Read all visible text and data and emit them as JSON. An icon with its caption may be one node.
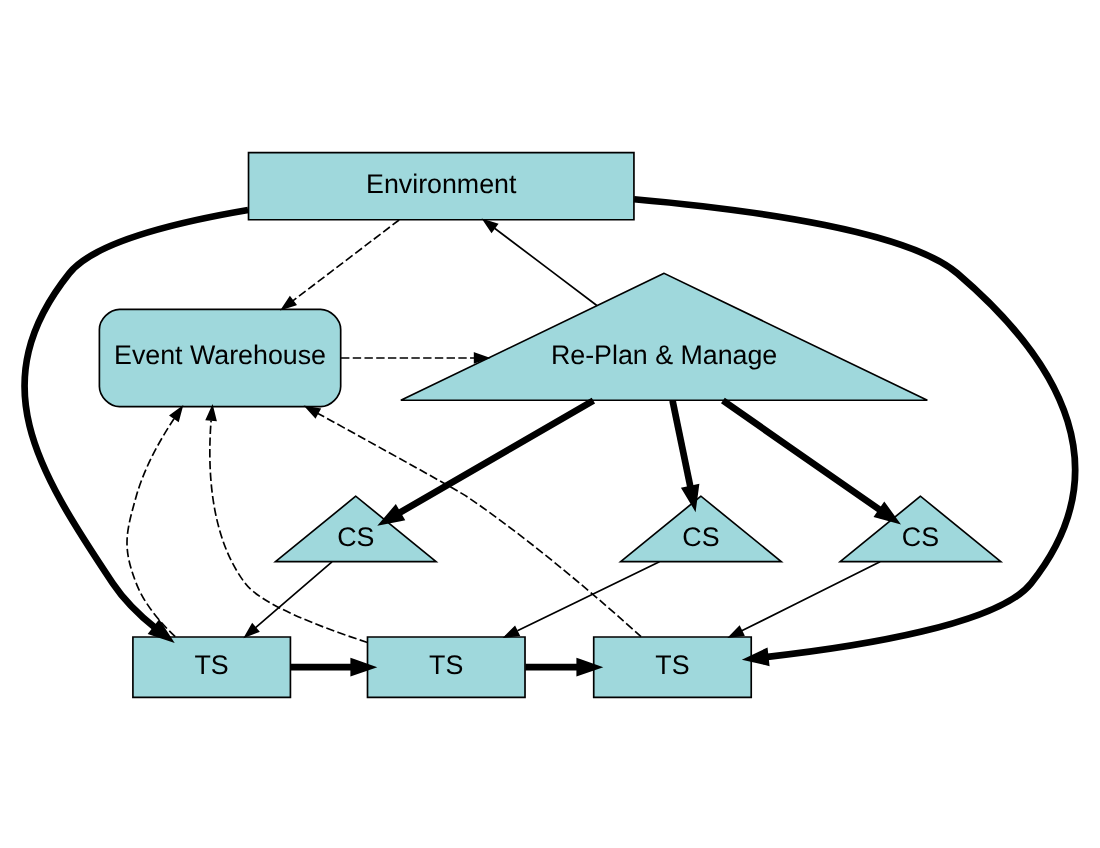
{
  "diagram": {
    "nodes": [
      {
        "text": [
          "Environment"
        ]
      },
      {
        "text": [
          "Re-Plan & Manage"
        ]
      },
      {
        "text": [
          "Event Warehouse"
        ]
      },
      {
        "text": [
          "CS"
        ]
      },
      {
        "text": [
          "CS"
        ]
      },
      {
        "text": [
          "CS"
        ]
      },
      {
        "text": [
          "TS"
        ]
      },
      {
        "text": [
          "TS"
        ]
      },
      {
        "text": [
          "TS"
        ]
      }
    ],
    "edges": [
      {
        "from": 1,
        "to": 0,
        "arrow": "to"
      },
      {
        "from": 0,
        "to": 2,
        "arrow": "to",
        "style": "dashed"
      },
      {
        "from": 2,
        "to": 1,
        "arrow": "to",
        "style": "dashed"
      },
      {
        "from": 1,
        "to": 3,
        "arrow": "to",
        "style": "thick"
      },
      {
        "from": 1,
        "to": 4,
        "arrow": "to",
        "style": "thick"
      },
      {
        "from": 1,
        "to": 5,
        "arrow": "to",
        "style": "thick"
      },
      {
        "from": 3,
        "to": 6,
        "arrow": "to"
      },
      {
        "from": 4,
        "to": 7,
        "arrow": "to"
      },
      {
        "from": 5,
        "to": 8,
        "arrow": "to"
      },
      {
        "from": 6,
        "to": 2,
        "arrow": "to",
        "style": "dashed"
      },
      {
        "from": 7,
        "to": 2,
        "arrow": "to",
        "style": "dashed"
      },
      {
        "from": 8,
        "to": 2,
        "arrow": "to",
        "style": "dashed"
      },
      {
        "from": 6,
        "to": 7,
        "arrow": "to",
        "style": "thick"
      },
      {
        "from": 7,
        "to": 8,
        "arrow": "to",
        "style": "thick"
      },
      {
        "from": 0,
        "to": 6,
        "arrow": "to",
        "style": "thick"
      },
      {
        "from": 0,
        "to": 8,
        "arrow": "to",
        "style": "thick"
      }
    ]
  }
}
